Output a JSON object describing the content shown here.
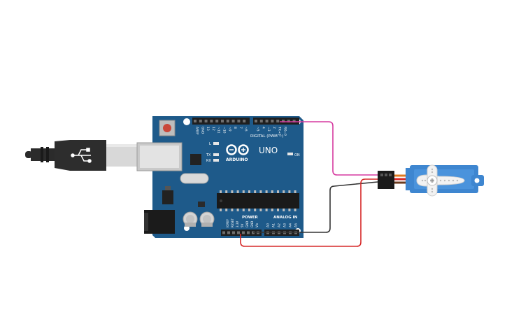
{
  "board": {
    "name": "UNO",
    "brand": "ARDUINO",
    "digital_label": "DIGITAL (PWM ~)",
    "power_label": "POWER",
    "analog_label": "ANALOG IN",
    "on_label": "ON",
    "led_labels": [
      "L",
      "TX",
      "RX"
    ],
    "digital_pins": [
      "AREF",
      "GND",
      "13",
      "12",
      "~11",
      "~10",
      "~9",
      "8",
      "7",
      "~6",
      "~5",
      "4",
      "~3",
      "2",
      "TX→1",
      "RX←0"
    ],
    "power_pins": [
      "IOREF",
      "RESET",
      "3.3V",
      "5V",
      "GND",
      "GND",
      "Vin"
    ],
    "analog_pins": [
      "A0",
      "A1",
      "A2",
      "A3",
      "A4",
      "A5"
    ]
  },
  "wires": [
    {
      "name": "signal-wire",
      "color": "#d63aa0"
    },
    {
      "name": "ground-wire",
      "color": "#333333"
    },
    {
      "name": "power-wire",
      "color": "#d62828"
    }
  ],
  "colors": {
    "board": "#1e5a8a",
    "servo": "#3e86d0",
    "usb_cable": "#2b2b2b"
  },
  "icons": [
    "usb-icon",
    "arduino-logo-icon"
  ]
}
